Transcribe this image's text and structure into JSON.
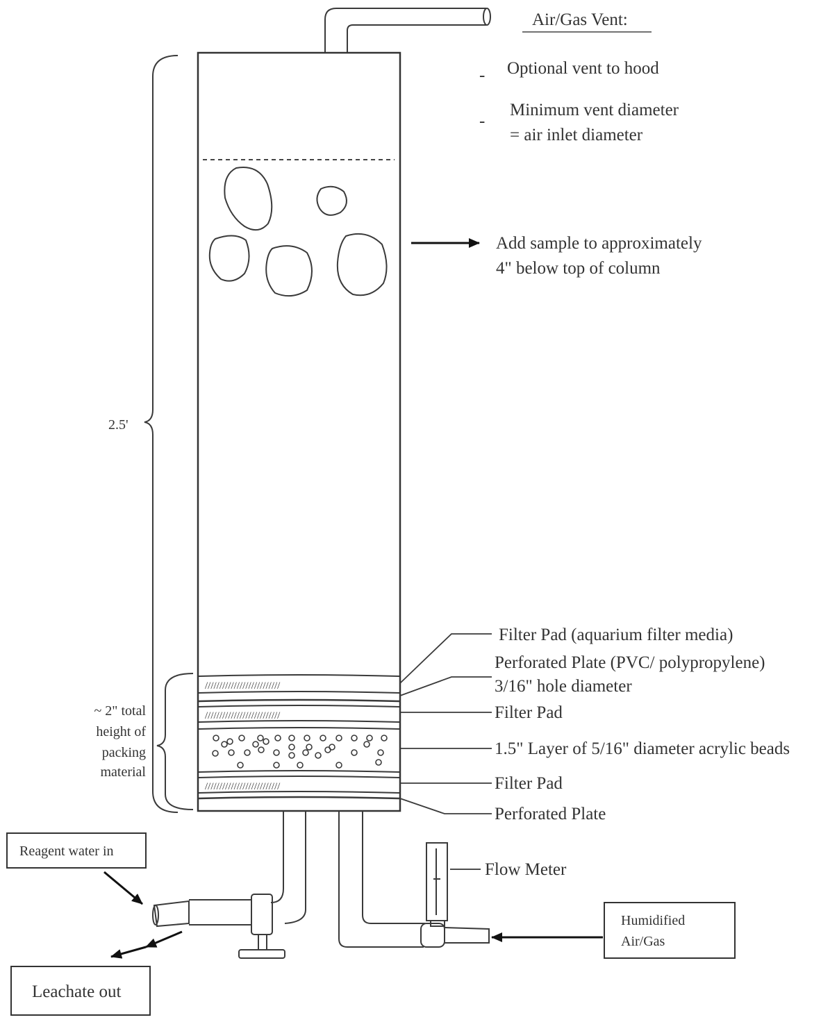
{
  "vent": {
    "title": "Air/Gas Vent:",
    "note1": "Optional vent to hood",
    "note2_line1": "Minimum vent diameter",
    "note2_line2": "= air inlet diameter"
  },
  "sample": {
    "line1": "Add sample to approximately",
    "line2": "4\" below top of column"
  },
  "height_label": "2.5'",
  "packing_label": [
    "~ 2\" total",
    "height of",
    "packing",
    "material"
  ],
  "layers": {
    "filter_pad_top": "Filter Pad (aquarium filter media)",
    "perforated_plate_top_line1": "Perforated Plate (PVC/ polypropylene)",
    "perforated_plate_top_line2": "3/16\" hole diameter",
    "filter_pad_mid": "Filter Pad",
    "beads": "1.5\" Layer of 5/16\" diameter acrylic beads",
    "filter_pad_bottom": "Filter Pad",
    "perforated_plate_bottom": "Perforated Plate"
  },
  "flow_meter": "Flow Meter",
  "reagent_in": "Reagent water in",
  "leachate_out": "Leachate out",
  "humidified": [
    "Humidified",
    "Air/Gas"
  ]
}
